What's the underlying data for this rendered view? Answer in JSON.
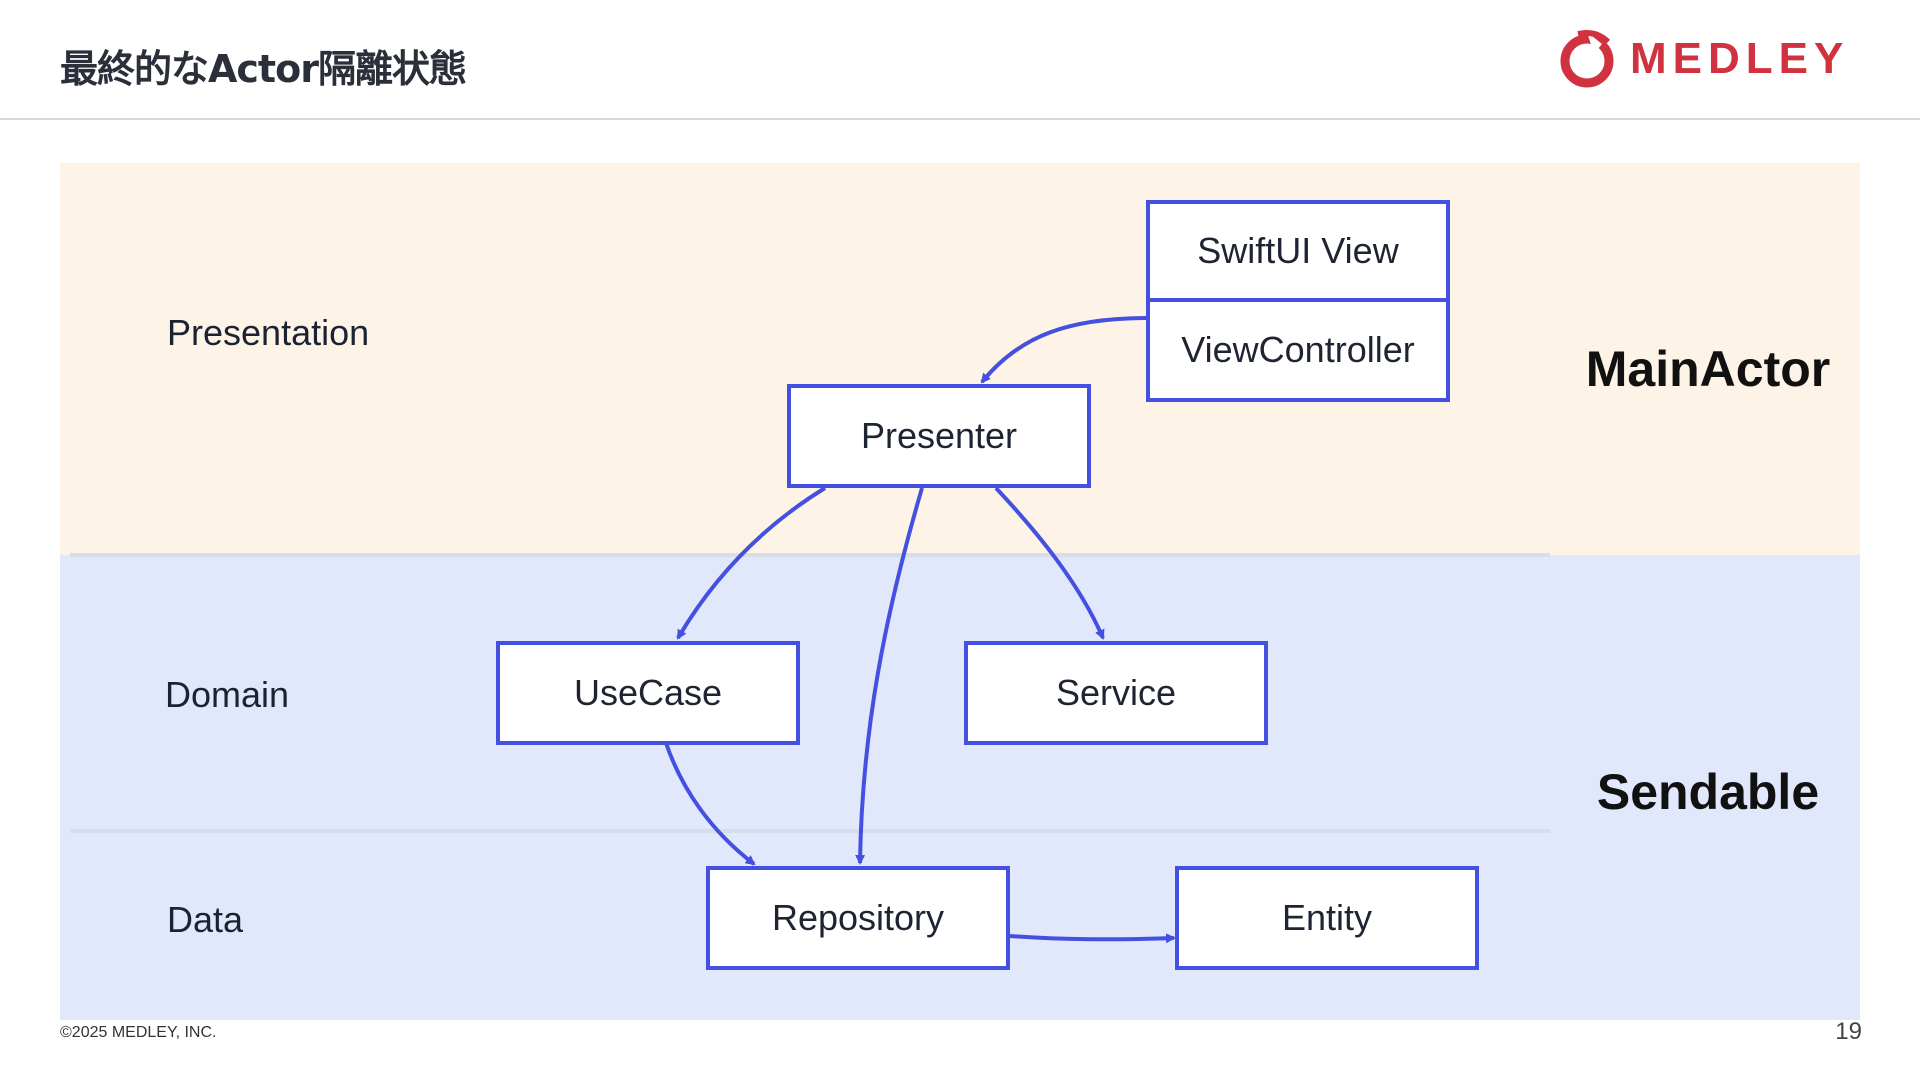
{
  "slide": {
    "title": "最終的なActor隔離状態",
    "logo_text": "MEDLEY",
    "copyright": "©2025 MEDLEY, INC.",
    "page_number": "19"
  },
  "colors": {
    "main_actor_band": "#fdf3e7",
    "sendable_band": "#e2e8fc",
    "node_border": "#4450e0",
    "arrow": "#4450e0",
    "brand": "#d0323f"
  },
  "diagram": {
    "layers": [
      "Presentation",
      "Domain",
      "Data"
    ],
    "actors": [
      "MainActor",
      "Sendable"
    ],
    "nodes": {
      "swiftui_view": "SwiftUI View",
      "view_controller": "ViewController",
      "presenter": "Presenter",
      "usecase": "UseCase",
      "service": "Service",
      "repository": "Repository",
      "entity": "Entity"
    },
    "edges": [
      {
        "from": "ViewController",
        "to": "Presenter"
      },
      {
        "from": "Presenter",
        "to": "UseCase"
      },
      {
        "from": "Presenter",
        "to": "Repository"
      },
      {
        "from": "Presenter",
        "to": "Service"
      },
      {
        "from": "UseCase",
        "to": "Repository"
      },
      {
        "from": "Repository",
        "to": "Entity"
      }
    ]
  }
}
